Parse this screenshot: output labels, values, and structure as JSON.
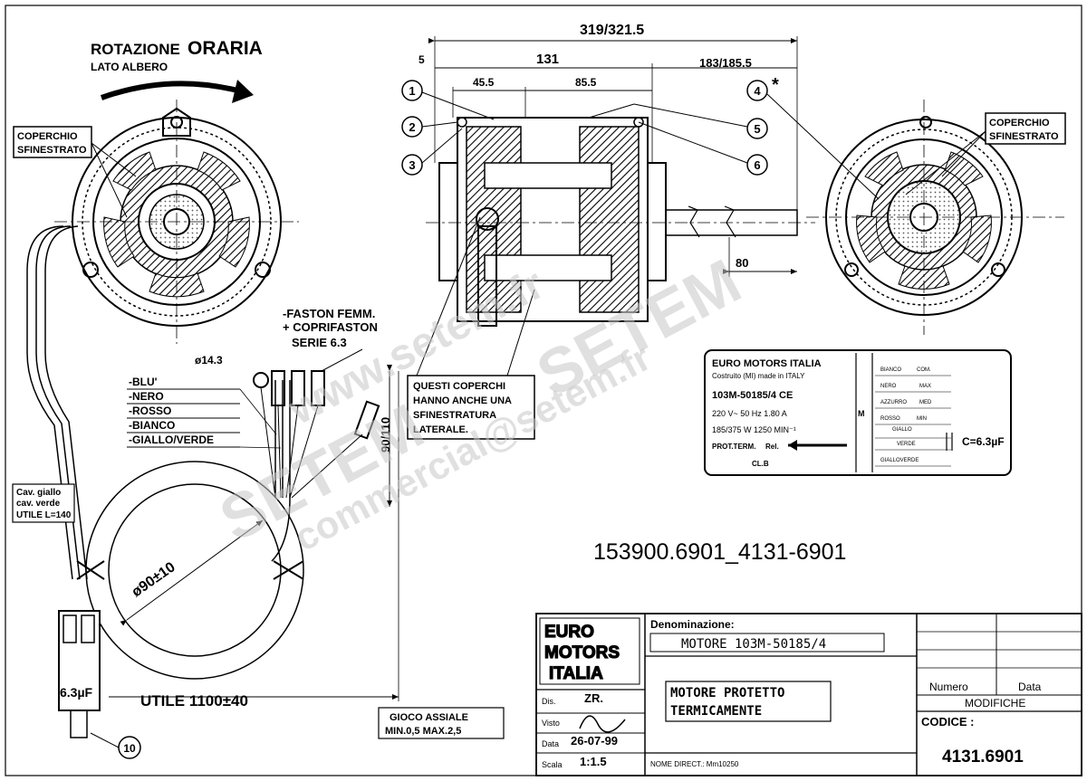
{
  "rotation": {
    "title_a": "ROTAZIONE",
    "title_b": "ORARIA",
    "subtitle": "LATO ALBERO"
  },
  "covers": {
    "left": [
      "COPERCHIO",
      "SFINESTRATO"
    ],
    "right": [
      "COPERCHIO",
      "SFINESTRATO"
    ]
  },
  "dimensions": {
    "overall": "319/321.5",
    "offset": "5",
    "body": "131",
    "seg_a": "45.5",
    "seg_b": "85.5",
    "shaft": "183/185.5",
    "shaft_min": "80",
    "ring_diameter": "ø90±10",
    "eyelet": "ø14.3",
    "lead_length": "90/110",
    "cable_useful": "UTILE 1100±40"
  },
  "callouts": [
    "1",
    "2",
    "3",
    "4",
    "5",
    "6",
    "10"
  ],
  "asterisk": "*",
  "faston": [
    "-FASTON FEMM.",
    "+ COPRIFASTON",
    "SERIE 6.3"
  ],
  "wires": [
    "-BLU'",
    "-NERO",
    "-ROSSO",
    "-BIANCO",
    "-GIALLO/VERDE"
  ],
  "lateral_note": [
    "QUESTI COPERCHI",
    "HANNO ANCHE UNA",
    "SFINESTRATURA",
    "LATERALE."
  ],
  "cable_note": [
    "Cav. giallo",
    "cav. verde",
    "UTILE L=140"
  ],
  "capacitor_value": "6.3µF",
  "axial_play": [
    "GIOCO ASSIALE",
    "MIN.0,5  MAX.2,5"
  ],
  "nameplate": {
    "brand": "EURO MOTORS ITALIA",
    "made_in": "Costruito (MI) made in ITALY",
    "model": "103M-50185/4  CE",
    "rating1": "220 V~ 50 Hz 1.80 A",
    "rating2": "185/375 W 1250 MIN⁻¹",
    "protection": "PROT.TERM.",
    "ref": "Rel.",
    "insulation": "CL.B",
    "wires": [
      "BIANCO",
      "NERO",
      "AZZURRO",
      "ROSSO",
      "GIALLO",
      "VERDE",
      "GIALLOVERDE"
    ],
    "wire_abbrev": [
      "COM.",
      "MAX",
      "MED",
      "MIN"
    ],
    "side_mark": "M",
    "cap": "C=6.3µF"
  },
  "code_big": "153900.6901_4131-6901",
  "title_block": {
    "logo": [
      "EURO",
      "MOTORS",
      "ITALIA"
    ],
    "denominazione_label": "Denominazione:",
    "denominazione": "MOTORE 103M-50185/4",
    "description": [
      "MOTORE PROTETTO",
      "TERMICAMENTE"
    ],
    "dis_label": "Dis.",
    "dis_value": "ZR.",
    "visto_label": "Visto",
    "data_label": "Data",
    "data_value": "26-07-99",
    "scala_label": "Scala",
    "scala_value": "1:1.5",
    "nome_direct": "NOME DIRECT.: Mm10250",
    "numero_label": "Numero",
    "data_col_label": "Data",
    "modifiche": "MODIFICHE",
    "codice_label": "CODICE :",
    "codice": "4131.6901"
  },
  "watermark": [
    "www.setem.fr",
    "SETEM",
    "SETEM",
    "commercial@setem.fr"
  ]
}
